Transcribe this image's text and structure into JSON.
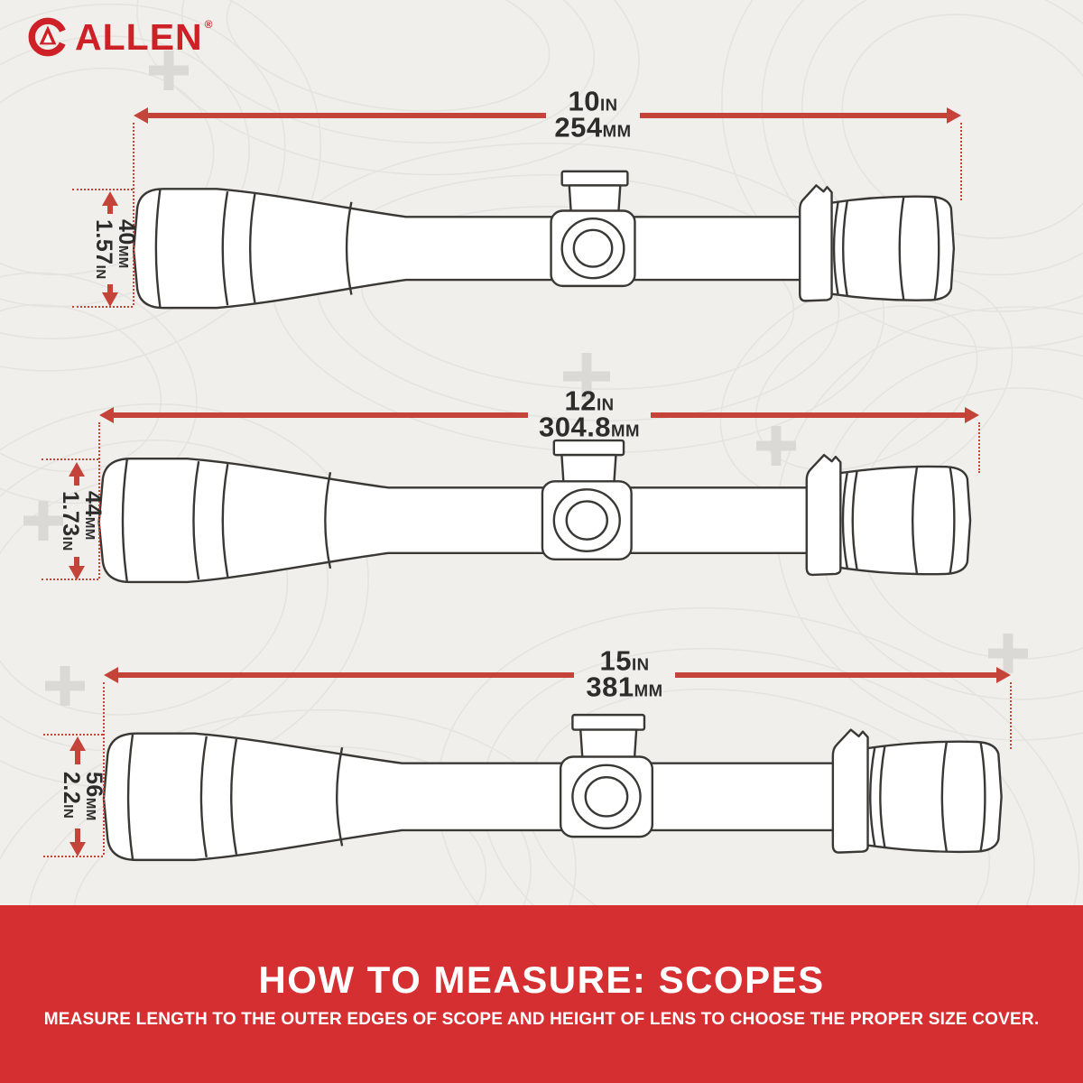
{
  "brand": {
    "name": "ALLEN",
    "registered_mark": "®"
  },
  "icons": {
    "logo": "allen-circle-a",
    "length_arrows": "double-headed-horizontal-arrow",
    "height_arrows": "double-headed-vertical-arrow"
  },
  "colors": {
    "background": "#f0efec",
    "banner_red": "#d52f32",
    "dimension_red": "#c5443a",
    "logo_red": "#ce2127",
    "outline_gray": "#3a3835",
    "label_text": "#2e2c2a"
  },
  "scopes": [
    {
      "length_value": "10",
      "length_unit": "in",
      "length_mm_value": "254",
      "length_mm_unit": "mm",
      "height_value": "1.57",
      "height_unit": "in",
      "height_mm_value": "40",
      "height_mm_unit": "mm"
    },
    {
      "length_value": "12",
      "length_unit": "in",
      "length_mm_value": "304.8",
      "length_mm_unit": "mm",
      "height_value": "1.73",
      "height_unit": "in",
      "height_mm_value": "44",
      "height_mm_unit": "mm"
    },
    {
      "length_value": "15",
      "length_unit": "in",
      "length_mm_value": "381",
      "length_mm_unit": "mm",
      "height_value": "2.2",
      "height_unit": "in",
      "height_mm_value": "56",
      "height_mm_unit": "mm"
    }
  ],
  "banner": {
    "title": "HOW TO MEASURE: SCOPES",
    "subtitle": "MEASURE LENGTH TO THE OUTER EDGES OF SCOPE AND HEIGHT OF LENS TO CHOOSE THE PROPER SIZE COVER."
  }
}
